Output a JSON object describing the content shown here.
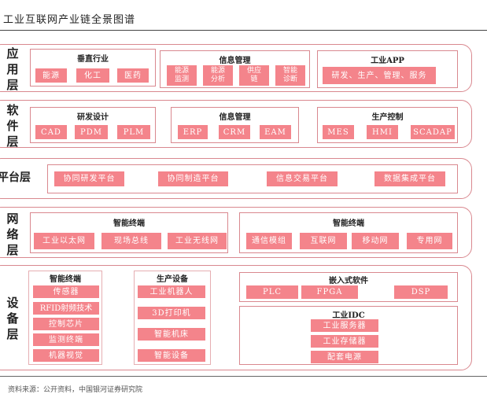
{
  "title": "工业互联网产业链全景图谱",
  "footer": "资料来源：公开资料，中国银河证券研究院",
  "layers": {
    "app": {
      "label": "应用层",
      "groups": [
        {
          "title": "垂直行业",
          "items": [
            "能源",
            "化工",
            "医药"
          ]
        },
        {
          "title": "信息管理",
          "items": [
            "能源监测",
            "能源分析",
            "供应链",
            "智能诊断"
          ]
        },
        {
          "title": "工业APP",
          "items": [
            "研发、生产、管理、服务"
          ]
        }
      ]
    },
    "software": {
      "label": "软件层",
      "groups": [
        {
          "title": "研发设计",
          "items": [
            "CAD",
            "PDM",
            "PLM"
          ]
        },
        {
          "title": "信息管理",
          "items": [
            "ERP",
            "CRM",
            "EAM"
          ]
        },
        {
          "title": "生产控制",
          "items": [
            "MES",
            "HMI",
            "SCADAP"
          ]
        }
      ]
    },
    "platform": {
      "label": "平台层",
      "items": [
        "协同研发平台",
        "协同制造平台",
        "信息交易平台",
        "数据集成平台"
      ]
    },
    "network": {
      "label": "网络层",
      "groups": [
        {
          "title": "智能终端",
          "items": [
            "工业以太网",
            "现场总线",
            "工业无线网"
          ]
        },
        {
          "title": "智能终端",
          "items": [
            "通信模组",
            "互联网",
            "移动网",
            "专用网"
          ]
        }
      ]
    },
    "device": {
      "label": "设备层",
      "groups": [
        {
          "title": "智能终端",
          "items": [
            "传感器",
            "RFID射频技术",
            "控制芯片",
            "监测终端",
            "机器视觉"
          ]
        },
        {
          "title": "生产设备",
          "items": [
            "工业机器人",
            "3D打印机",
            "智能机床",
            "智能设备"
          ]
        },
        {
          "title": "嵌入式软件",
          "items": [
            "PLC",
            "FPGA",
            "DSP"
          ]
        },
        {
          "title": "工业IDC",
          "items": [
            "工业服务器",
            "工业存储器",
            "配套电源"
          ]
        }
      ]
    }
  }
}
